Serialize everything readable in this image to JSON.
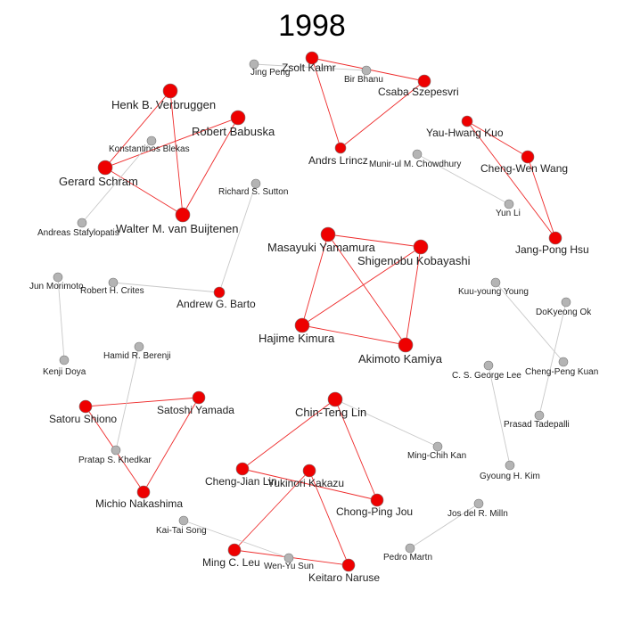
{
  "title": "1998",
  "colors": {
    "primary_node": "#ee0000",
    "secondary_node": "#b4b4b4",
    "primary_edge": "#ee2a2a",
    "secondary_edge": "#c8c8c8",
    "node_stroke": "#777777"
  },
  "nodes": [
    {
      "id": "jing-peng",
      "label": "Jing Peng",
      "group": "secondary"
    },
    {
      "id": "zsolt-kalmr",
      "label": "Zsolt Kalmr",
      "group": "primary"
    },
    {
      "id": "bir-bhanu",
      "label": "Bir Bhanu",
      "group": "secondary"
    },
    {
      "id": "csaba-szepesvri",
      "label": "Csaba Szepesvri",
      "group": "primary"
    },
    {
      "id": "andrs-lrincz",
      "label": "Andrs Lrincz",
      "group": "primary"
    },
    {
      "id": "henk-verbruggen",
      "label": "Henk B. Verbruggen",
      "group": "primary"
    },
    {
      "id": "robert-babuska",
      "label": "Robert Babuska",
      "group": "primary"
    },
    {
      "id": "konstantinos-blekas",
      "label": "Konstantinos Blekas",
      "group": "secondary"
    },
    {
      "id": "gerard-schram",
      "label": "Gerard Schram",
      "group": "primary"
    },
    {
      "id": "walter-van-buijtenen",
      "label": "Walter M. van Buijtenen",
      "group": "primary"
    },
    {
      "id": "andreas-stafylopatis",
      "label": "Andreas Stafylopatis",
      "group": "secondary"
    },
    {
      "id": "richard-sutton",
      "label": "Richard S. Sutton",
      "group": "secondary"
    },
    {
      "id": "yau-hwang-kuo",
      "label": "Yau-Hwang Kuo",
      "group": "primary"
    },
    {
      "id": "cheng-wen-wang",
      "label": "Cheng-Wen Wang",
      "group": "primary"
    },
    {
      "id": "munir-chowdhury",
      "label": "Munir-ul M. Chowdhury",
      "group": "secondary"
    },
    {
      "id": "yun-li",
      "label": "Yun Li",
      "group": "secondary"
    },
    {
      "id": "jang-pong-hsu",
      "label": "Jang-Pong Hsu",
      "group": "primary"
    },
    {
      "id": "masayuki-yamamura",
      "label": "Masayuki Yamamura",
      "group": "primary"
    },
    {
      "id": "shigenobu-kobayashi",
      "label": "Shigenobu Kobayashi",
      "group": "primary"
    },
    {
      "id": "hajime-kimura",
      "label": "Hajime Kimura",
      "group": "primary"
    },
    {
      "id": "akimoto-kamiya",
      "label": "Akimoto Kamiya",
      "group": "primary"
    },
    {
      "id": "jun-morimoto",
      "label": "Jun Morimoto",
      "group": "secondary"
    },
    {
      "id": "robert-crites",
      "label": "Robert H. Crites",
      "group": "secondary"
    },
    {
      "id": "andrew-barto",
      "label": "Andrew G. Barto",
      "group": "primary"
    },
    {
      "id": "kenji-doya",
      "label": "Kenji Doya",
      "group": "secondary"
    },
    {
      "id": "hamid-berenji",
      "label": "Hamid R. Berenji",
      "group": "secondary"
    },
    {
      "id": "kuu-young-young",
      "label": "Kuu-young Young",
      "group": "secondary"
    },
    {
      "id": "dokyeong-ok",
      "label": "DoKyeong Ok",
      "group": "secondary"
    },
    {
      "id": "cheng-peng-kuan",
      "label": "Cheng-Peng Kuan",
      "group": "secondary"
    },
    {
      "id": "cs-george-lee",
      "label": "C. S. George Lee",
      "group": "secondary"
    },
    {
      "id": "prasad-tadepalli",
      "label": "Prasad Tadepalli",
      "group": "secondary"
    },
    {
      "id": "gyoung-kim",
      "label": "Gyoung H. Kim",
      "group": "secondary"
    },
    {
      "id": "satoru-shiono",
      "label": "Satoru Shiono",
      "group": "primary"
    },
    {
      "id": "satoshi-yamada",
      "label": "Satoshi Yamada",
      "group": "primary"
    },
    {
      "id": "pratap-khedkar",
      "label": "Pratap S. Khedkar",
      "group": "secondary"
    },
    {
      "id": "michio-nakashima",
      "label": "Michio Nakashima",
      "group": "primary"
    },
    {
      "id": "chin-teng-lin",
      "label": "Chin-Teng Lin",
      "group": "primary"
    },
    {
      "id": "ming-chih-kan",
      "label": "Ming-Chih Kan",
      "group": "secondary"
    },
    {
      "id": "cheng-jian-lin",
      "label": "Cheng-Jian Lin",
      "group": "primary"
    },
    {
      "id": "yukinori-kakazu",
      "label": "Yukinori Kakazu",
      "group": "primary"
    },
    {
      "id": "chong-ping-jou",
      "label": "Chong-Ping Jou",
      "group": "primary"
    },
    {
      "id": "kai-tai-song",
      "label": "Kai-Tai Song",
      "group": "secondary"
    },
    {
      "id": "jos-millan",
      "label": "Jos del R. Milln",
      "group": "secondary"
    },
    {
      "id": "ming-leu",
      "label": "Ming C. Leu",
      "group": "primary"
    },
    {
      "id": "wen-yu-sun",
      "label": "Wen-Yu Sun",
      "group": "secondary"
    },
    {
      "id": "keitaro-naruse",
      "label": "Keitaro Naruse",
      "group": "primary"
    },
    {
      "id": "pedro-martn",
      "label": "Pedro Martn",
      "group": "secondary"
    }
  ],
  "edges": [
    [
      "zsolt-kalmr",
      "csaba-szepesvri",
      "primary"
    ],
    [
      "zsolt-kalmr",
      "andrs-lrincz",
      "primary"
    ],
    [
      "csaba-szepesvri",
      "andrs-lrincz",
      "primary"
    ],
    [
      "jing-peng",
      "bir-bhanu",
      "secondary"
    ],
    [
      "henk-verbruggen",
      "gerard-schram",
      "primary"
    ],
    [
      "henk-verbruggen",
      "walter-van-buijtenen",
      "primary"
    ],
    [
      "robert-babuska",
      "gerard-schram",
      "primary"
    ],
    [
      "robert-babuska",
      "walter-van-buijtenen",
      "primary"
    ],
    [
      "gerard-schram",
      "walter-van-buijtenen",
      "primary"
    ],
    [
      "konstantinos-blekas",
      "andreas-stafylopatis",
      "secondary"
    ],
    [
      "yau-hwang-kuo",
      "cheng-wen-wang",
      "primary"
    ],
    [
      "yau-hwang-kuo",
      "jang-pong-hsu",
      "primary"
    ],
    [
      "cheng-wen-wang",
      "jang-pong-hsu",
      "primary"
    ],
    [
      "munir-chowdhury",
      "yun-li",
      "secondary"
    ],
    [
      "richard-sutton",
      "andrew-barto",
      "secondary"
    ],
    [
      "robert-crites",
      "andrew-barto",
      "secondary"
    ],
    [
      "masayuki-yamamura",
      "shigenobu-kobayashi",
      "primary"
    ],
    [
      "masayuki-yamamura",
      "hajime-kimura",
      "primary"
    ],
    [
      "masayuki-yamamura",
      "akimoto-kamiya",
      "primary"
    ],
    [
      "shigenobu-kobayashi",
      "hajime-kimura",
      "primary"
    ],
    [
      "shigenobu-kobayashi",
      "akimoto-kamiya",
      "primary"
    ],
    [
      "hajime-kimura",
      "akimoto-kamiya",
      "primary"
    ],
    [
      "jun-morimoto",
      "kenji-doya",
      "secondary"
    ],
    [
      "kuu-young-young",
      "cheng-peng-kuan",
      "secondary"
    ],
    [
      "dokyeong-ok",
      "prasad-tadepalli",
      "secondary"
    ],
    [
      "cs-george-lee",
      "gyoung-kim",
      "secondary"
    ],
    [
      "satoru-shiono",
      "satoshi-yamada",
      "primary"
    ],
    [
      "satoru-shiono",
      "michio-nakashima",
      "primary"
    ],
    [
      "satoshi-yamada",
      "michio-nakashima",
      "primary"
    ],
    [
      "hamid-berenji",
      "pratap-khedkar",
      "secondary"
    ],
    [
      "chin-teng-lin",
      "cheng-jian-lin",
      "primary"
    ],
    [
      "chin-teng-lin",
      "chong-ping-jou",
      "primary"
    ],
    [
      "cheng-jian-lin",
      "chong-ping-jou",
      "primary"
    ],
    [
      "chin-teng-lin",
      "ming-chih-kan",
      "secondary"
    ],
    [
      "yukinori-kakazu",
      "ming-leu",
      "primary"
    ],
    [
      "yukinori-kakazu",
      "keitaro-naruse",
      "primary"
    ],
    [
      "ming-leu",
      "keitaro-naruse",
      "primary"
    ],
    [
      "kai-tai-song",
      "wen-yu-sun",
      "secondary"
    ],
    [
      "jos-millan",
      "pedro-martn",
      "secondary"
    ]
  ]
}
